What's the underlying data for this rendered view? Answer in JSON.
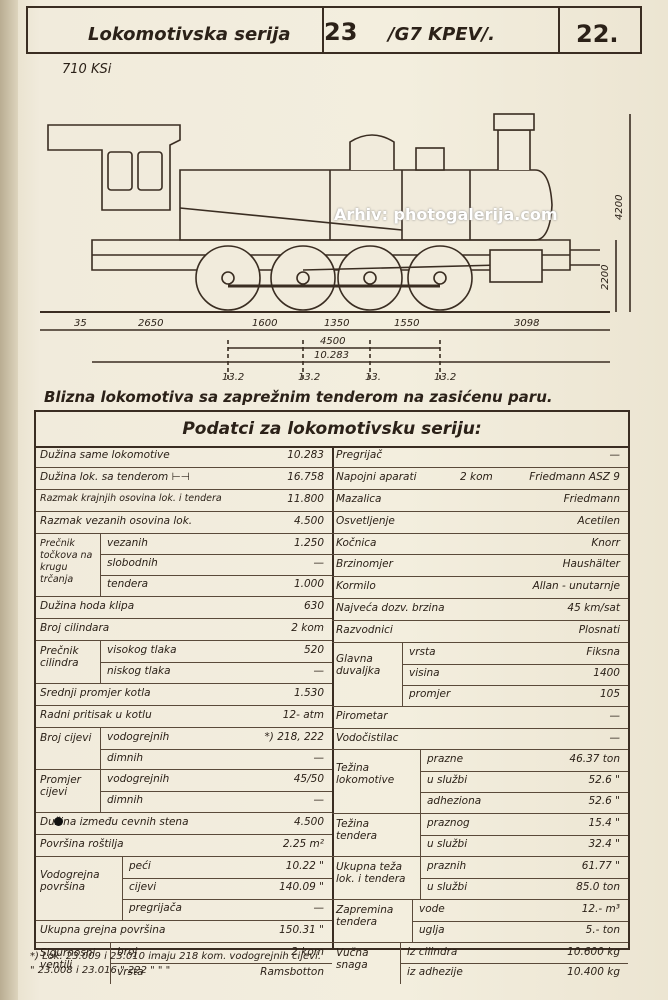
{
  "header": {
    "series_label": "Lokomotivska serija",
    "series_number": "23",
    "designation": "/G7 KPEV/.",
    "page": "22."
  },
  "stamp": "710 KSi",
  "watermark": "Arhiv: photogalerija.com",
  "dimensions": {
    "d1": "35",
    "d2": "2650",
    "d3": "1600",
    "d4": "1350",
    "d5": "1550",
    "d6": "3098",
    "d7": "4500",
    "d8": "10.283",
    "h1": "4200",
    "h2": "2200",
    "a1": "13.2",
    "a2": "13.2",
    "a3": "13.",
    "a4": "13.2"
  },
  "subtitle": "Blizna lokomotiva sa zaprežnim tenderom na zasićenu paru.",
  "table_title": "Podatci za lokomotivsku seriju:",
  "left": {
    "r1": {
      "label": "Dužina same lokomotive",
      "value": "10.283"
    },
    "r2": {
      "label": "Dužina lok. sa tenderom ⊢⊣",
      "value": "16.758"
    },
    "r3": {
      "label": "Razmak krajnjih osovina lok. i tendera",
      "value": "11.800"
    },
    "r4": {
      "label": "Razmak vezanih osovina lok.",
      "value": "4.500"
    },
    "g1": {
      "label": "Prečnik točkova na krugu trčanja",
      "s1": "vezanih",
      "v1": "1.250",
      "s2": "slobodnih",
      "v2": "—",
      "s3": "tendera",
      "v3": "1.000"
    },
    "r5": {
      "label": "Dužina hoda klipa",
      "value": "630"
    },
    "r6": {
      "label": "Broj cilindara",
      "value": "2 kom"
    },
    "g2": {
      "label": "Prečnik cilindra",
      "s1": "visokog tlaka",
      "v1": "520",
      "s2": "niskog tlaka",
      "v2": "—"
    },
    "r7": {
      "label": "Srednji promjer kotla",
      "value": "1.530"
    },
    "r8": {
      "label": "Radni pritisak u kotlu",
      "value": "12- atm"
    },
    "g3": {
      "label": "Broj cijevi",
      "s1": "vodogrejnih",
      "v1": "*) 218, 222",
      "s2": "dimnih",
      "v2": "—"
    },
    "g4": {
      "label": "Promjer cijevi",
      "s1": "vodogrejnih",
      "v1": "45/50",
      "s2": "dimnih",
      "v2": "—"
    },
    "r9": {
      "label": "Dužina između cevnih stena",
      "value": "4.500"
    },
    "r10": {
      "label": "Površina roštilja",
      "value": "2.25 m²"
    },
    "g5": {
      "label": "Vodogrejna površina",
      "s1": "peći",
      "v1": "10.22 \"",
      "s2": "cijevi",
      "v2": "140.09 \"",
      "s3": "pregrijača",
      "v3": "—"
    },
    "r11": {
      "label": "Ukupna grejna površina",
      "value": "150.31 \""
    },
    "g6": {
      "label": "Sigurnosni ventili",
      "s1": "broj",
      "v1": "2 kom",
      "s2": "vrsta",
      "v2": "Ramsbotton"
    }
  },
  "right": {
    "r1": {
      "label": "Pregrijač",
      "value": "—"
    },
    "r2": {
      "label": "Napojni aparati",
      "mid": "2 kom",
      "value": "Friedmann ASZ 9"
    },
    "r3": {
      "label": "Mazalica",
      "value": "Friedmann"
    },
    "r4": {
      "label": "Osvetljenje",
      "value": "Acetilen"
    },
    "r5": {
      "label": "Kočnica",
      "value": "Knorr"
    },
    "r6": {
      "label": "Brzinomjer",
      "value": "Haushälter"
    },
    "r7": {
      "label": "Kormilo",
      "value": "Allan - unutarnje"
    },
    "r8": {
      "label": "Najveća dozv. brzina",
      "value": "45 km/sat"
    },
    "r9": {
      "label": "Razvodnici",
      "value": "Plosnati"
    },
    "g1": {
      "label": "Glavna duvaljka",
      "s1": "vrsta",
      "v1": "Fiksna",
      "s2": "visina",
      "v2": "1400",
      "s3": "promjer",
      "v3": "105"
    },
    "r10": {
      "label": "Pirometar",
      "value": "—"
    },
    "r11": {
      "label": "Vodočistilac",
      "value": "—"
    },
    "g2": {
      "label": "Težina lokomotive",
      "s1": "prazne",
      "v1": "46.37 ton",
      "s2": "u službi",
      "v2": "52.6 \"",
      "s3": "adheziona",
      "v3": "52.6 \""
    },
    "g3": {
      "label": "Težina tendera",
      "s1": "praznog",
      "v1": "15.4 \"",
      "s2": "u službi",
      "v2": "32.4 \""
    },
    "g4": {
      "label": "Ukupna teža lok. i tendera",
      "s1": "praznih",
      "v1": "61.77 \"",
      "s2": "u službi",
      "v2": "85.0 ton"
    },
    "g5": {
      "label": "Zapremina tendera",
      "s1": "vode",
      "v1": "12.- m³",
      "s2": "uglja",
      "v2": "5.- ton"
    },
    "g6": {
      "label": "Vučna snaga",
      "s1": "iz cilindra",
      "v1": "10.600 kg",
      "s2": "iz adhezije",
      "v2": "10.400 kg"
    }
  },
  "footnote": {
    "line1": "*) Lok. 23.009 i 23.010 imaju 218 kom. vodogrejnih cijevi.",
    "line2": "\" 23.008 i 23.016 \" 222 \" \" \""
  }
}
